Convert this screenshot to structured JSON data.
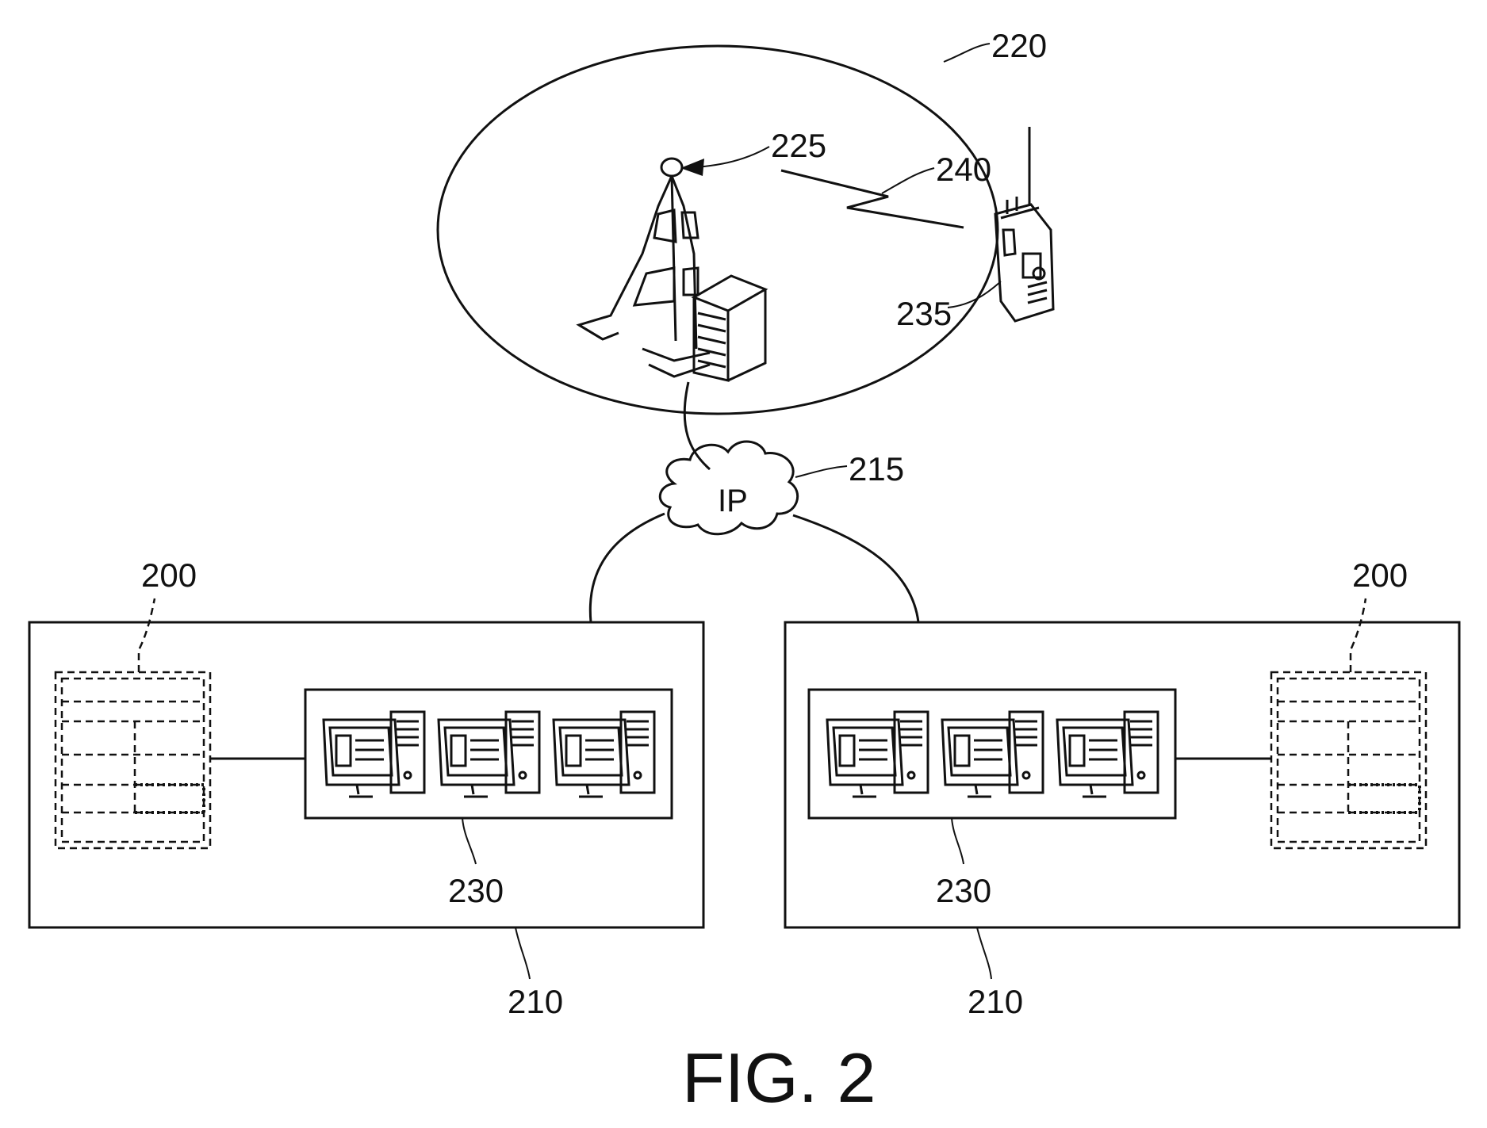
{
  "figure": {
    "title": "FIG. 2",
    "ip_label": "IP",
    "refs": {
      "coverage_area": "220",
      "base_station": "225",
      "wireless_link": "240",
      "radio": "235",
      "ip_network": "215",
      "control_left": "200",
      "control_right": "200",
      "console_left": "230",
      "console_right": "230",
      "site_left": "210",
      "site_right": "210"
    }
  }
}
